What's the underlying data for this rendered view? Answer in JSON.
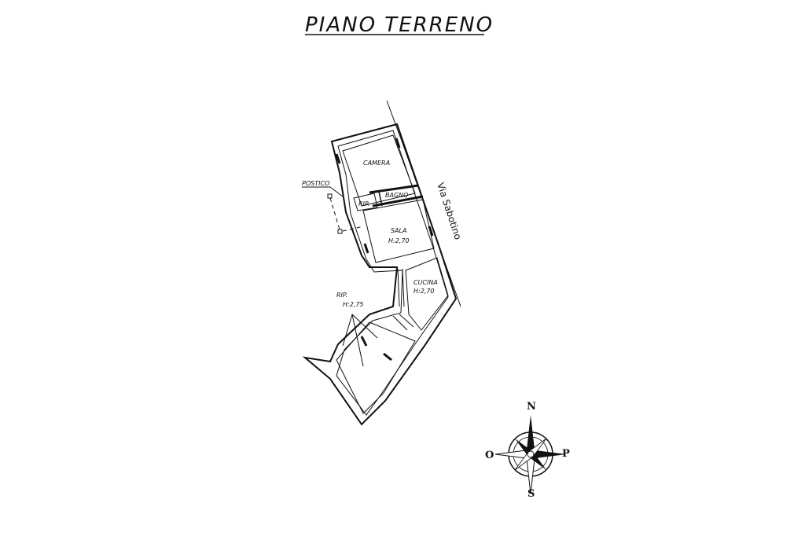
{
  "title": "PIANO TERRENO",
  "street": "Via Sabotino",
  "rooms": {
    "camera": "CAMERA",
    "bagno": "BAGNO",
    "rip_small": "RIP.",
    "sala": "SALA",
    "sala_height": "H:2,70",
    "cucina": "CUCINA",
    "cucina_height": "H:2,70",
    "rip": "RIP.",
    "rip_height": "H:2,75",
    "postico": "POSTICO"
  },
  "compass": {
    "north": "N",
    "south": "S",
    "east": "P",
    "west": "O"
  }
}
